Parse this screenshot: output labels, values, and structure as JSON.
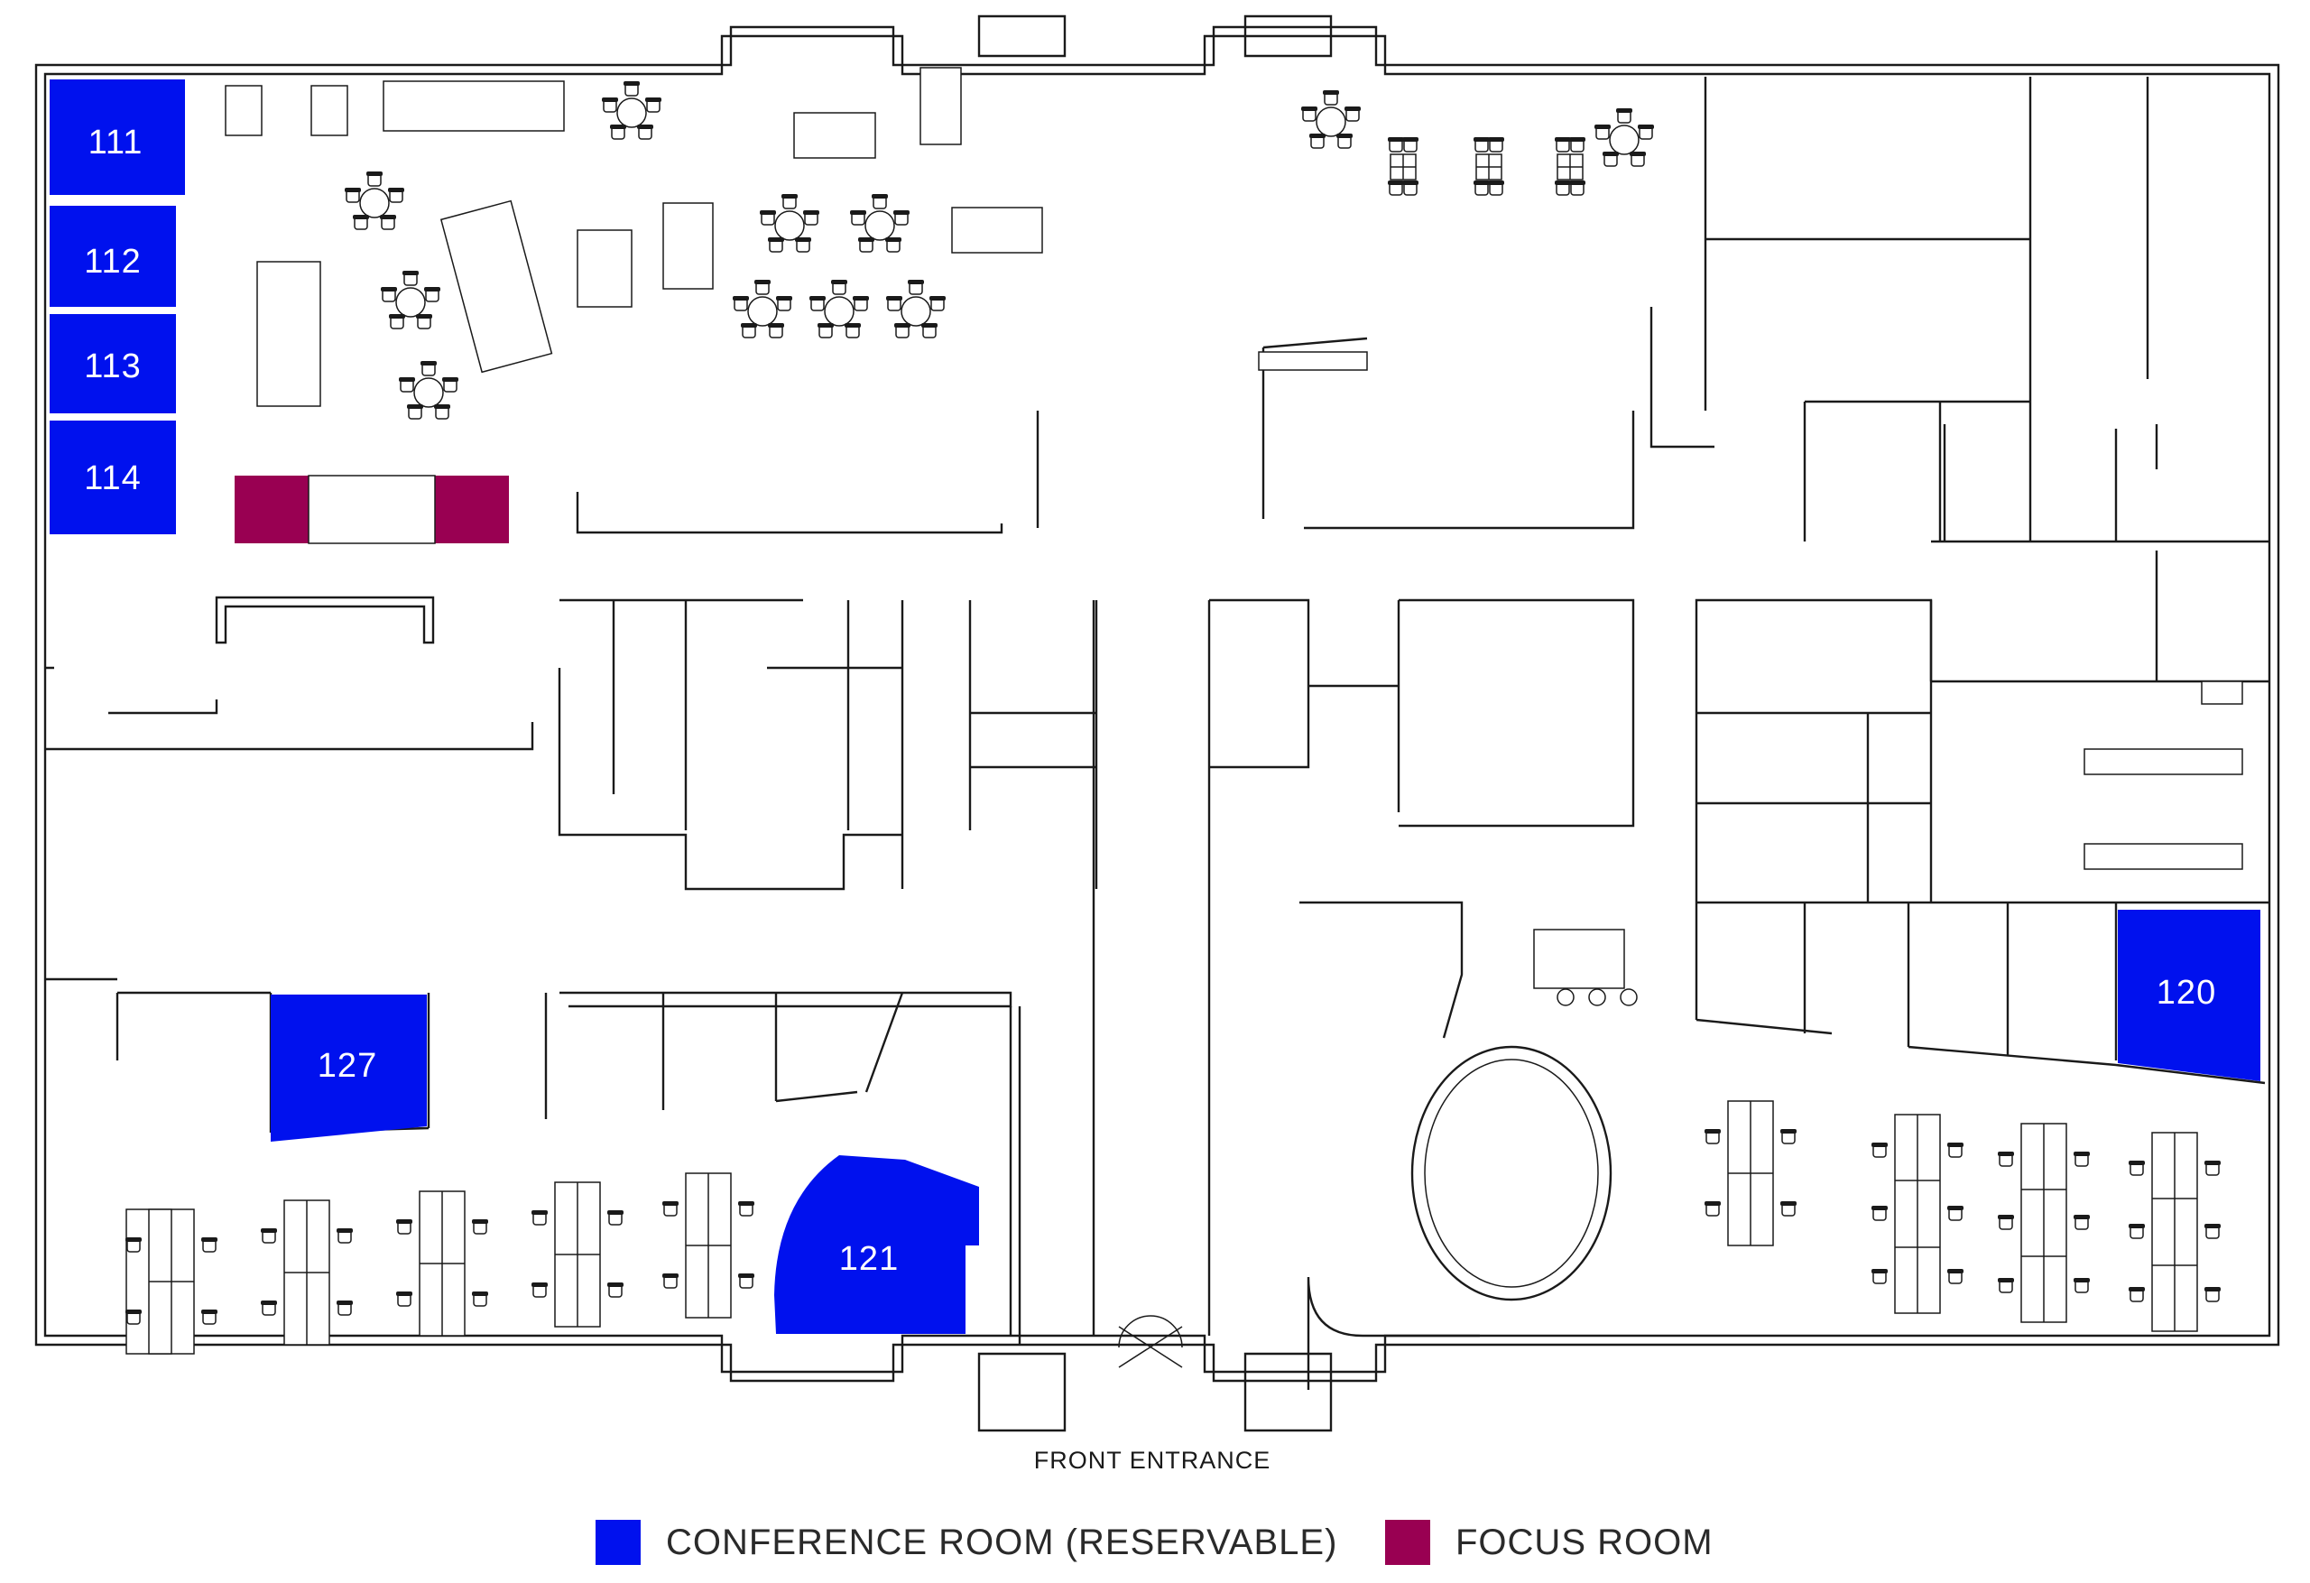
{
  "colors": {
    "conference": "#0011ee",
    "focus": "#990052",
    "wall": "#1a1a1a",
    "background": "#ffffff"
  },
  "rooms": {
    "r111": "111",
    "r112": "112",
    "r113": "113",
    "r114": "114",
    "r127": "127",
    "r121": "121",
    "r120": "120"
  },
  "entrance_label": "FRONT ENTRANCE",
  "legend": {
    "conference": "CONFERENCE ROOM (RESERVABLE)",
    "focus": "FOCUS ROOM"
  }
}
